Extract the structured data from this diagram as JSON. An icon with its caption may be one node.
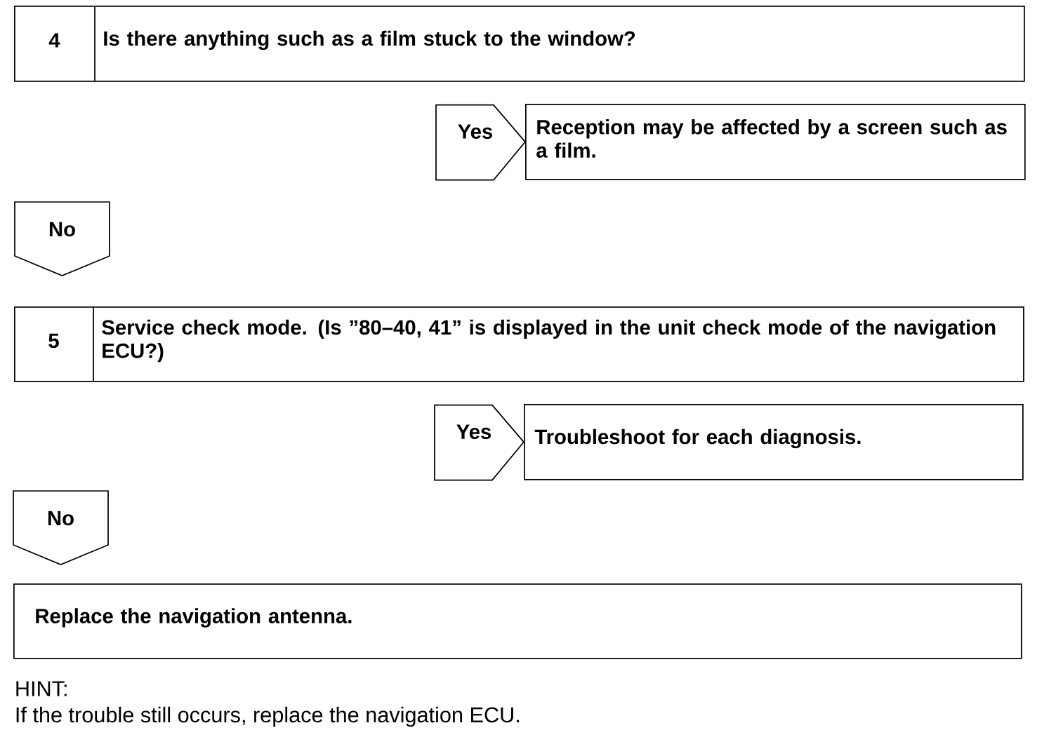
{
  "diagram": {
    "nodes": [
      {
        "text": [
          "4",
          "Is there anything such as a film stuck to the window?"
        ]
      },
      {
        "text": [
          "Reception may be affected by a screen such as a film."
        ]
      },
      {
        "text": [
          "No"
        ]
      },
      {
        "text": [
          "5",
          "Service check mode. (Is ”80–40, 41” is displayed in the unit check mode of the navigation ECU?)"
        ]
      },
      {
        "text": [
          "Troubleshoot for each diagnosis."
        ]
      },
      {
        "text": [
          "No"
        ]
      },
      {
        "text": [
          "Replace the navigation antenna."
        ]
      }
    ],
    "edges": [
      {
        "from": 0,
        "to": 1,
        "arrow": "to",
        "label": "Yes"
      },
      {
        "from": 3,
        "to": 4,
        "arrow": "to",
        "label": "Yes"
      }
    ],
    "labels": [
      "HINT:",
      "If the trouble still occurs, replace the navigation ECU."
    ]
  }
}
